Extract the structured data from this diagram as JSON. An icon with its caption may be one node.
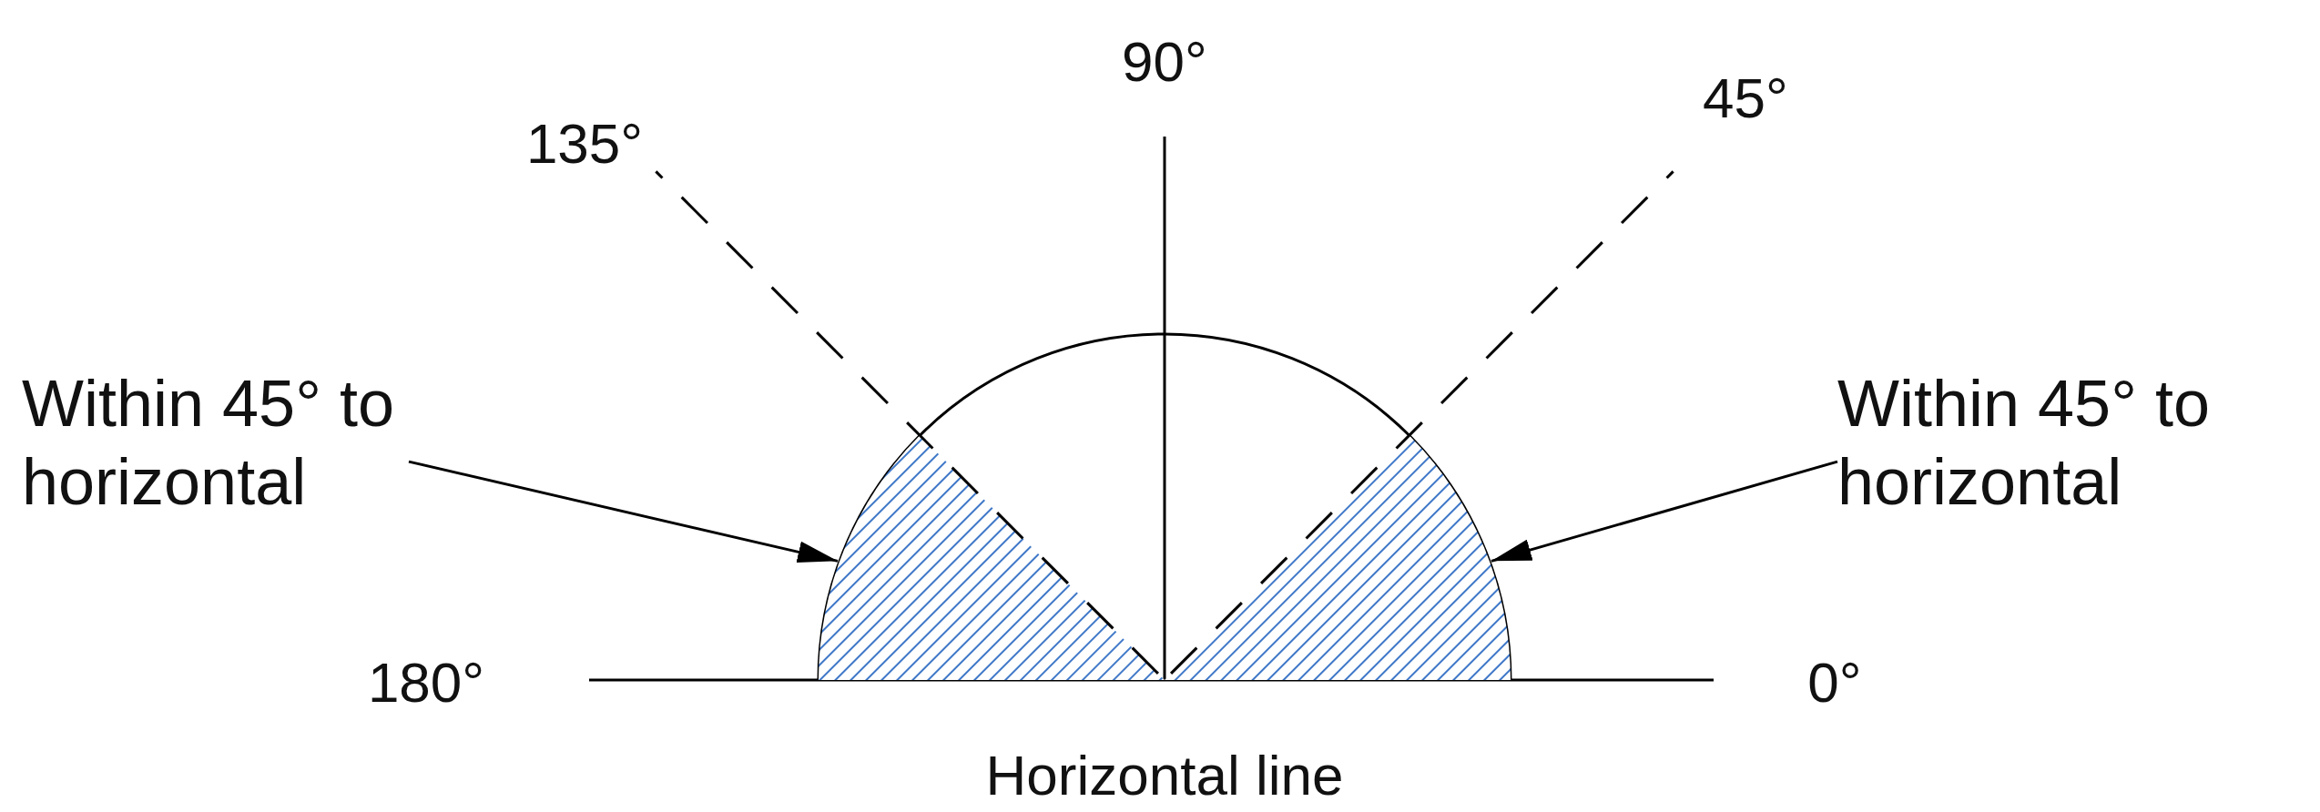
{
  "diagram": {
    "nodes": [
      {
        "text": [
          "Within 45° to horizontal"
        ]
      },
      {
        "text": [
          "Within 45° to horizontal"
        ]
      },
      {
        "text": [],
        "shape": "sector"
      },
      {
        "text": [],
        "shape": "sector"
      }
    ],
    "edges": [
      {
        "from": 0,
        "to": 2,
        "arrow": "to"
      },
      {
        "from": 1,
        "to": 3,
        "arrow": "to"
      }
    ],
    "labels": [
      "90°",
      "135°",
      "45°",
      "180°",
      "0°",
      "Horizontal line"
    ]
  }
}
